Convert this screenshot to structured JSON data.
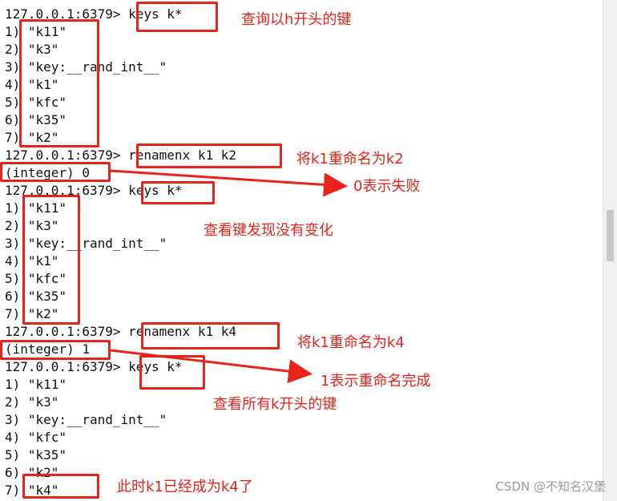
{
  "terminal": {
    "lines": [
      "127.0.0.1:6379> keys k*",
      "1) \"k11\"",
      "2) \"k3\"",
      "3) \"key:__rand_int__\"",
      "4) \"k1\"",
      "5) \"kfc\"",
      "6) \"k35\"",
      "7) \"k2\"",
      "127.0.0.1:6379> renamenx k1 k2",
      "(integer) 0",
      "127.0.0.1:6379> keys k*",
      "1) \"k11\"",
      "2) \"k3\"",
      "3) \"key:__rand_int__\"",
      "4) \"k1\"",
      "5) \"kfc\"",
      "6) \"k35\"",
      "7) \"k2\"",
      "127.0.0.1:6379> renamenx k1 k4",
      "(integer) 1",
      "127.0.0.1:6379> keys k*",
      "1) \"k11\"",
      "2) \"k3\"",
      "3) \"key:__rand_int__\"",
      "4) \"kfc\"",
      "5) \"k35\"",
      "6) \"k2\"",
      "7) \"k4\""
    ]
  },
  "annotations": {
    "query_h_keys": "查询以h开头的键",
    "rename_k1_k2": "将k1重命名为k2",
    "zero_failure": "0表示失败",
    "no_change": "查看键发现没有变化",
    "rename_k1_k4": "将k1重命名为k4",
    "one_success": "1表示重命名完成",
    "view_all_k": "查看所有k开头的键",
    "k1_now_k4": "此时k1已经成为k4了"
  },
  "watermark": "CSDN @不知名汉堡",
  "colors": {
    "annotation": "#e8231c",
    "text": "#111111"
  }
}
